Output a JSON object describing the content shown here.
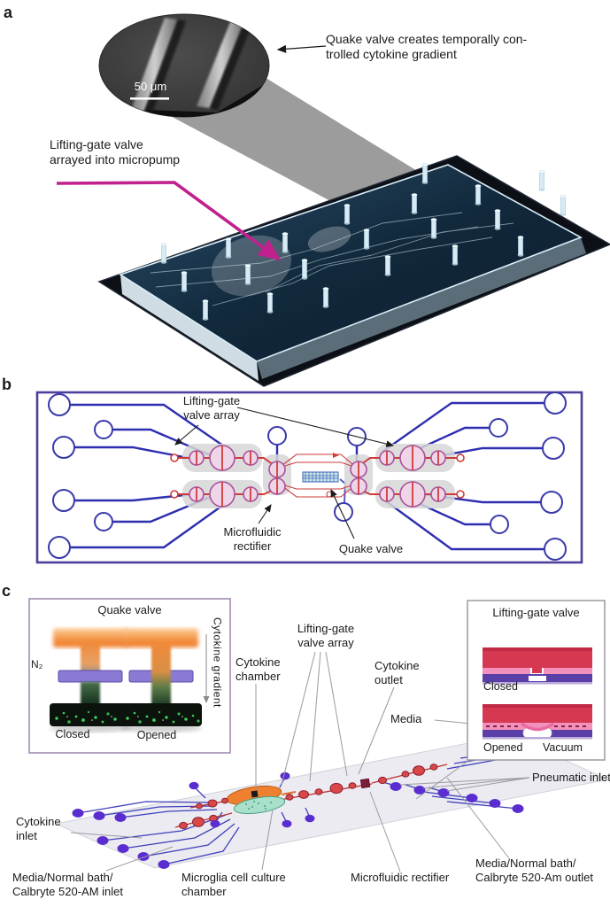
{
  "figure": {
    "panel_a": {
      "letter": "a",
      "sem_scale_bar": "50 μm",
      "quake_annotation_l1": "Quake valve creates temporally con-",
      "quake_annotation_l2": "trolled cytokine gradient",
      "lifting_annotation_l1": "Lifting-gate valve",
      "lifting_annotation_l2": "arrayed into micropump"
    },
    "panel_b": {
      "letter": "b",
      "valve_array_l1": "Lifting-gate",
      "valve_array_l2": "valve array",
      "rectifier_l1": "Microfluidic",
      "rectifier_l2": "rectifier",
      "quake_label": "Quake valve"
    },
    "panel_c": {
      "letter": "c",
      "quake_inset": {
        "title": "Quake valve",
        "n2": "N₂",
        "closed": "Closed",
        "opened": "Opened",
        "gradient": "Cytokine gradient"
      },
      "lifting_inset": {
        "title": "Lifting-gate valve",
        "closed": "Closed",
        "opened": "Opened",
        "vacuum": "Vacuum",
        "media": "Media"
      },
      "labels": {
        "cytokine_chamber_l1": "Cytokine",
        "cytokine_chamber_l2": "chamber",
        "valve_array_l1": "Lifting-gate",
        "valve_array_l2": "valve array",
        "cytokine_outlet_l1": "Cytokine",
        "cytokine_outlet_l2": "outlet",
        "pneumatic_inlet": "Pneumatic inlet",
        "cytokine_inlet_l1": "Cytokine",
        "cytokine_inlet_l2": "inlet",
        "media_inlet_l1": "Media/Normal bath/",
        "media_inlet_l2": "Calbryte 520-AM inlet",
        "microglia_l1": "Microglia cell culture",
        "microglia_l2": "chamber",
        "rectifier": "Microfluidic rectifier",
        "media_outlet_l1": "Media/Normal bath/",
        "media_outlet_l2": "Calbryte 520-Am outlet"
      }
    },
    "colors": {
      "annotation_magenta": "#c0218c",
      "schematic_blue": "#2e2eb0",
      "schematic_red": "#d03a3a",
      "panel_border_purple": "#4e3f9c",
      "valve_fill_pink": "#eed6e8",
      "quake_hatch_blue": "#3a62b8",
      "orange_chamber": "#ef8030",
      "teal_chamber": "#a8e0cc",
      "crimson_layer": "#d63852",
      "pink_layer": "#f291bb",
      "purple_layer": "#5b3fa8",
      "port_purple": "#5a2dd0",
      "leader_gray": "#9a9aa0",
      "cell_green": "#3ecf5e"
    }
  }
}
